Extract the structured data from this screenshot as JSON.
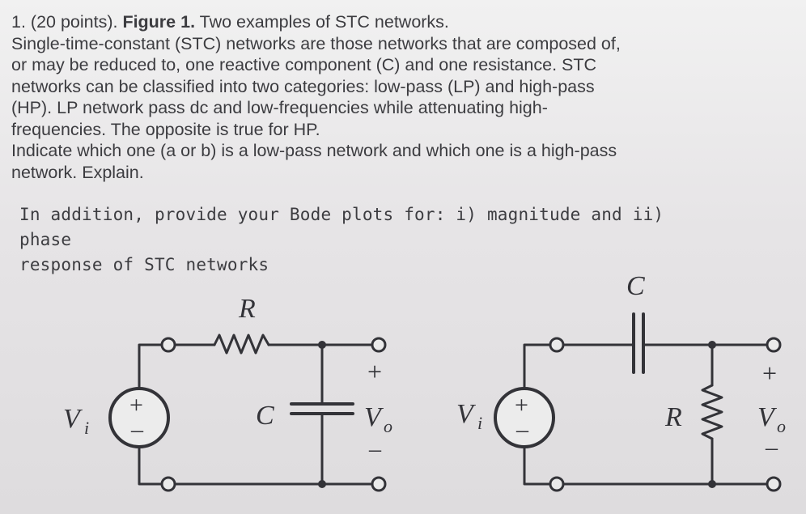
{
  "problem": {
    "heading_prefix": "1. (20 points). ",
    "figure_label": "Figure 1.",
    "figure_caption": " Two examples of STC networks.",
    "lines": [
      "Single-time-constant (STC) networks are those networks that are composed of,",
      "or may be reduced to, one reactive component (C) and one resistance.  STC",
      "networks can be classified into two categories: low-pass (LP) and high-pass",
      "(HP).   LP network pass dc and low-frequencies while attenuating high-",
      "frequencies. The opposite is true for HP.",
      "Indicate which one (a or b) is a low-pass network and which one is a high-pass",
      "network. Explain."
    ],
    "bode_lines": [
      "In addition, provide your Bode plots for: i) magnitude and ii) phase",
      "response of STC networks"
    ]
  },
  "circuit_lp": {
    "resistor_label": "R",
    "capacitor_label": "C",
    "source_label": "V",
    "source_subscript": "i",
    "output_label": "V",
    "output_subscript": "o",
    "plus_sign": "+",
    "minus_sign": "–",
    "source_plus": "+",
    "source_minus": "–"
  },
  "circuit_hp": {
    "capacitor_label": "C",
    "resistor_label": "R",
    "source_label": "V",
    "source_subscript": "i",
    "output_label": "V",
    "output_subscript": "o",
    "plus_sign": "+",
    "minus_sign": "–",
    "source_plus": "+",
    "source_minus": "–"
  },
  "colors": {
    "ink": "#3c3c40",
    "wire": "#333338"
  }
}
